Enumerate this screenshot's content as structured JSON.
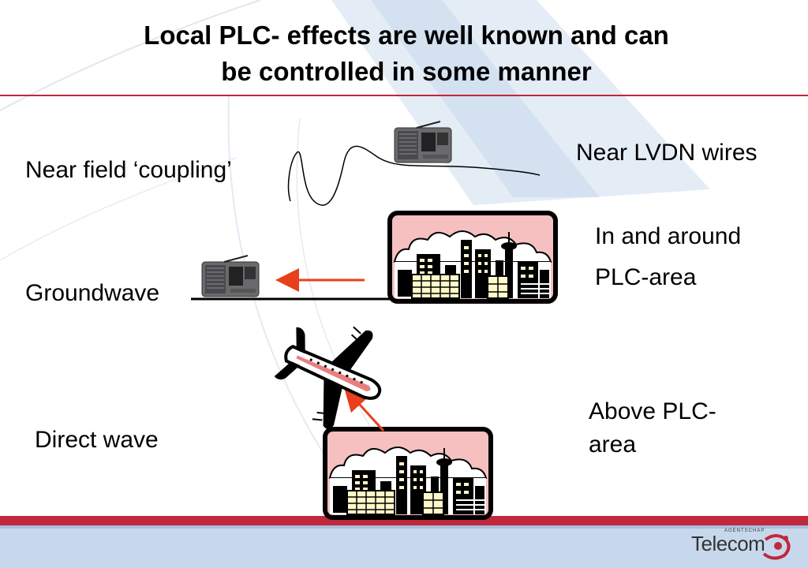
{
  "title": {
    "line1": "Local PLC- effects are well known and can",
    "line2": "be controlled in some manner"
  },
  "labels": {
    "near_field": "Near field ‘coupling’",
    "near_lvdn": "Near LVDN wires",
    "groundwave": "Groundwave",
    "in_around_1": "In and around",
    "in_around_2": "PLC-area",
    "direct_wave": "Direct wave",
    "above_1": "Above PLC-",
    "above_2": "area"
  },
  "logo": {
    "agency": "AGENTSCHAP",
    "name": "Telecom"
  },
  "icons": [
    "radio-icon",
    "city-skyline-icon",
    "airplane-icon",
    "arrow-icon",
    "telecom-logo-icon"
  ],
  "colors": {
    "accent_red": "#c0283c",
    "arrow_orange": "#e8401c",
    "sky_pink": "#f6c0c0",
    "footer_blue": "#c8d8ec"
  }
}
